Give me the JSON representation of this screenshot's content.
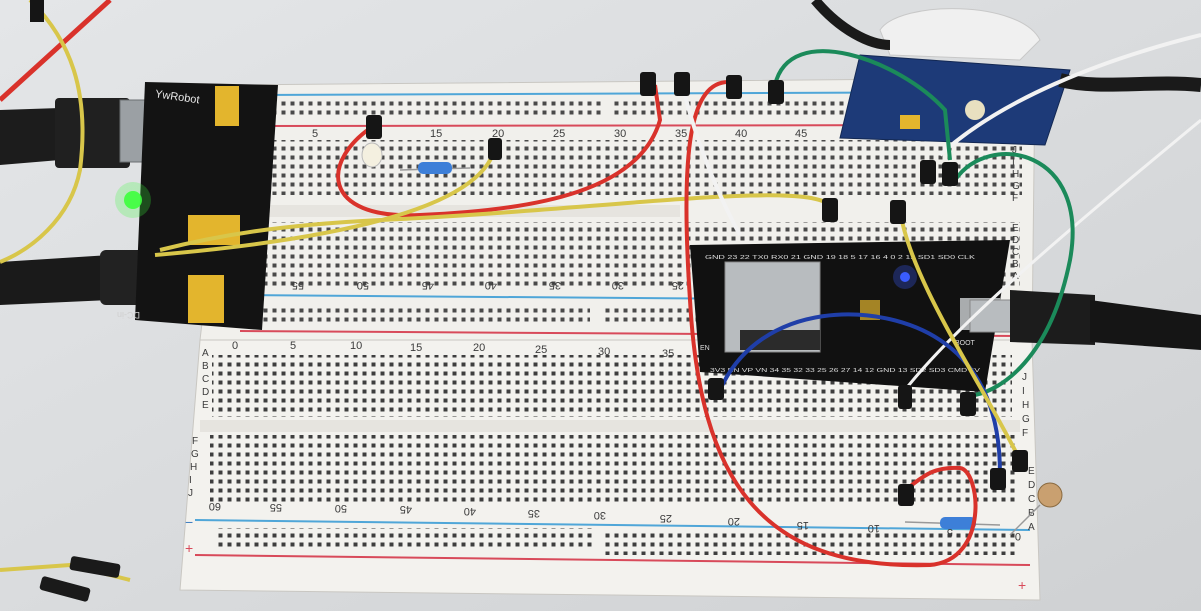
{
  "psu": {
    "brand": "YwRobot",
    "label": "DC-in",
    "led_color": "#3cff3c"
  },
  "esp32": {
    "top_pins": "GND 23 22 TX0 RX0 21 GND 19 18 5 17 16 4 0 2 15 SD1 SD0 CLK",
    "bottom_pins": "3V3 EN VP VN 34 35 32 33 25 26 27 14 12 GND 13 SD2 SD3 CMD 5V",
    "board_left_label": "EN",
    "board_right_label": "BOOT",
    "led_color": "#3a5cff"
  },
  "breadboard_top": {
    "numbers_top": [
      "5",
      "15",
      "20",
      "25",
      "30",
      "35",
      "40",
      "45"
    ],
    "numbers_bottom": [
      "55",
      "50",
      "45",
      "40",
      "35",
      "30",
      "25"
    ],
    "rows_right": [
      "J",
      "I",
      "H",
      "G",
      "F",
      "E",
      "D",
      "C",
      "B",
      "A"
    ]
  },
  "breadboard_bottom": {
    "numbers_top": [
      "0",
      "5",
      "10",
      "15",
      "20",
      "25",
      "30",
      "35"
    ],
    "numbers_bottom": [
      "60",
      "55",
      "50",
      "45",
      "40",
      "35",
      "30",
      "25",
      "20",
      "15",
      "10",
      "5",
      "0"
    ],
    "rows_left_top": [
      "A",
      "B",
      "C",
      "D",
      "E"
    ],
    "rows_left_bottom": [
      "F",
      "G",
      "H",
      "I",
      "J"
    ],
    "rows_right_top": [
      "J",
      "I",
      "H",
      "G",
      "F"
    ],
    "rows_right_bottom": [
      "E",
      "D",
      "C",
      "B",
      "A"
    ],
    "rail_minus": "−",
    "rail_plus": "+"
  },
  "wire_colors": {
    "red": "#d9322b",
    "yellow": "#d8c64a",
    "green": "#1b8a5a",
    "blue": "#1f3ea8",
    "white": "#f2f2f2",
    "black": "#151515"
  }
}
